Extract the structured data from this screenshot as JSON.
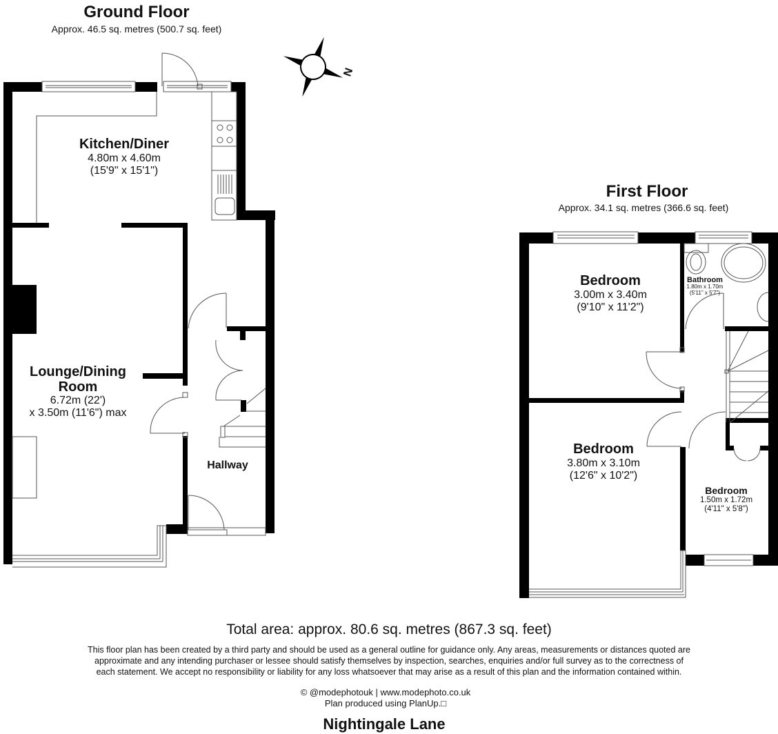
{
  "ground_floor": {
    "title": "Ground Floor",
    "area": "Approx. 46.5 sq. metres (500.7 sq. feet)",
    "rooms": [
      {
        "name": "Kitchen/Diner",
        "dim_metric": "4.80m x 4.60m",
        "dim_imperial": "(15'9\" x 15'1\")"
      },
      {
        "name_line1": "Lounge/Dining",
        "name_line2": "Room",
        "dim_line1": "6.72m (22')",
        "dim_line2": "x 3.50m (11'6\") max"
      },
      {
        "name": "Hallway"
      }
    ]
  },
  "first_floor": {
    "title": "First Floor",
    "area": "Approx. 34.1 sq. metres (366.6 sq. feet)",
    "rooms": [
      {
        "name": "Bedroom",
        "dim_metric": "3.00m x 3.40m",
        "dim_imperial": "(9'10\" x 11'2\")"
      },
      {
        "name": "Bathroom",
        "dim_metric": "1.80m x 1.70m",
        "dim_imperial": "(5'11\" x 5'7\")"
      },
      {
        "name": "Bedroom",
        "dim_metric": "3.80m x 3.10m",
        "dim_imperial": "(12'6\" x 10'2\")"
      },
      {
        "name": "Bedroom",
        "dim_metric": "1.50m x 1.72m",
        "dim_imperial": "(4'11\" x 5'8\")"
      }
    ]
  },
  "compass": {
    "label": "N"
  },
  "footer": {
    "total_area": "Total area: approx. 80.6 sq. metres (867.3 sq. feet)",
    "disclaimer_line1": "This floor plan has been created by a third party and should be used as a general outline for guidance only. Any areas, measurements or distances quoted are",
    "disclaimer_line2": "approximate and any intending purchaser or lessee should satisfy themselves by inspection, searches, enquiries and/or full survey as to the correctness of",
    "disclaimer_line3": "each statement. We accept no responsibility or liability for any loss whatsoever that may arise as a result of this plan and the information contained within.",
    "credit_line1": "© @modephotouk | www.modephoto.co.uk",
    "credit_line2": "Plan produced using PlanUp.□",
    "address": "Nightingale Lane"
  }
}
